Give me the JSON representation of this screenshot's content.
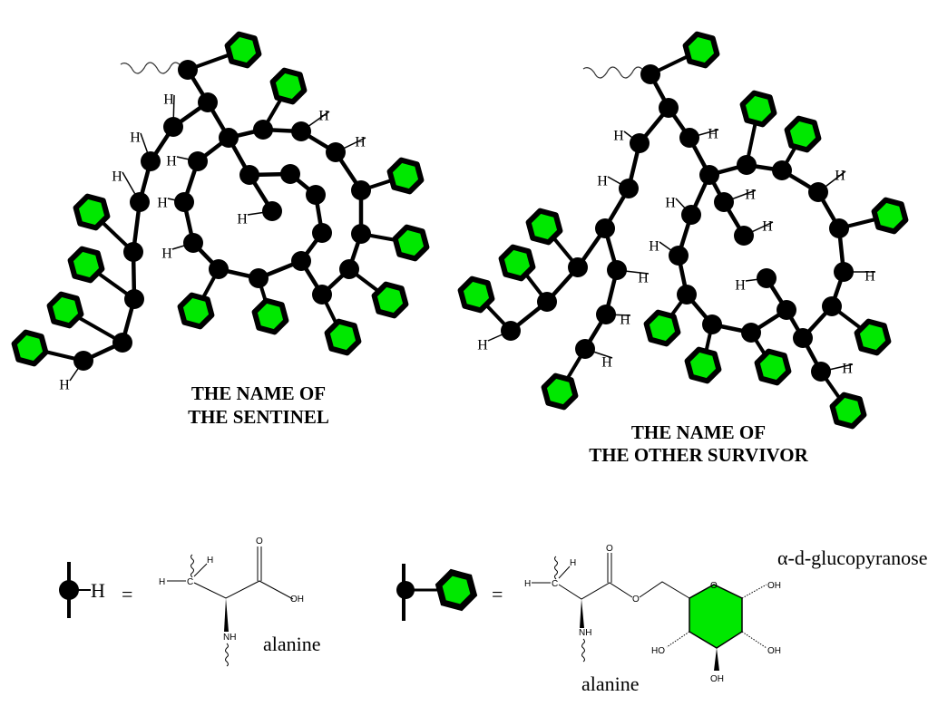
{
  "colors": {
    "sugar_fill": "#00e800",
    "bond": "#000000"
  },
  "h_label": "H",
  "puzzles": [
    {
      "title_line1": "THE NAME OF",
      "title_line2": "THE SENTINEL"
    },
    {
      "title_line1": "THE NAME OF",
      "title_line2": "THE OTHER SURVIVOR"
    }
  ],
  "legend": {
    "equals": "=",
    "alanine": {
      "h1": "H",
      "h2": "H",
      "c": "C",
      "o": "O",
      "oh": "OH",
      "nh": "NH",
      "name": "alanine"
    },
    "glyco": {
      "h1": "H",
      "h2": "H",
      "c": "C",
      "o": "O",
      "ester_o": "O",
      "ring_o": "O",
      "nh": "NH",
      "oh1": "OH",
      "oh2": "OH",
      "oh3": "OH",
      "oh4": "HO",
      "name": "alanine",
      "sugar_name": "α-d-glucopyranose"
    }
  }
}
